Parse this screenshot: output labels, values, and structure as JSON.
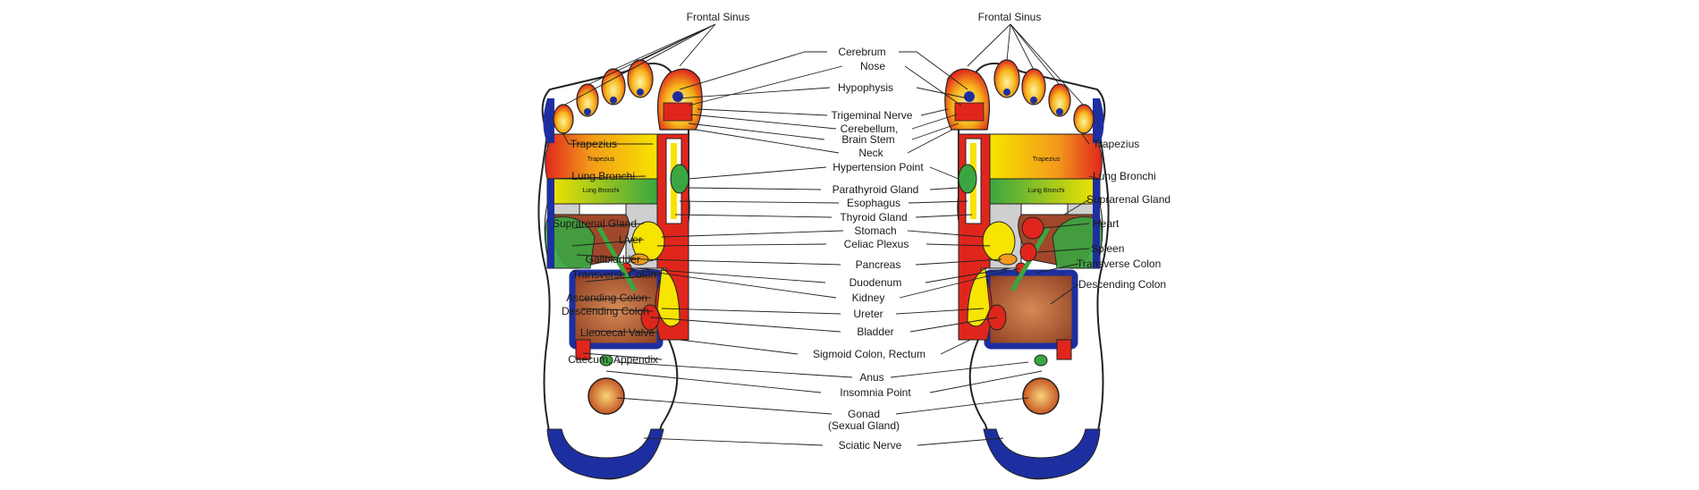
{
  "labels": {
    "frontal_sinus": "Frontal Sinus",
    "cerebrum": "Cerebrum",
    "nose": "Nose",
    "hypophysis": "Hypophysis",
    "trigeminal_nerve": "Trigeminal Nerve",
    "cerebellum_line1": "Cerebellum,",
    "cerebellum_line2": "Brain Stem",
    "neck": "Neck",
    "hypertension_point": "Hypertension Point",
    "parathyroid_gland": "Parathyroid Gland",
    "esophagus": "Esophagus",
    "thyroid_gland": "Thyroid Gland",
    "stomach": "Stomach",
    "celiac_plexus": "Celiac Plexus",
    "pancreas": "Pancreas",
    "duodenum": "Duodenum",
    "kidney": "Kidney",
    "ureter": "Ureter",
    "bladder": "Bladder",
    "sigmoid_colon": "Sigmoid Colon, Rectum",
    "anus": "Anus",
    "insomnia_point": "Insomnia Point",
    "gonad_line1": "Gonad",
    "gonad_line2": "(Sexual Gland)",
    "sciatic_nerve": "Sciatic Nerve",
    "trapezius": "Trapezius",
    "lung_bronchi": "Lung Bronchi",
    "suprarenal_gland": "Suprarenal Gland",
    "liver": "Liver",
    "gallbladder": "Gallbladder",
    "transverse_colon": "Transverse Colon",
    "ascending_colon": "Ascending Colon",
    "descending_colon": "Descending Colon",
    "ileocecal_valve": "Lleocecal Valve",
    "caecum": "Caecum, Appendix",
    "heart": "Heart",
    "spleen": "Spleen"
  },
  "inner_labels": {
    "trapezius": "Trapezius",
    "lung_bronchi": "Lung Bronchi"
  },
  "colors": {
    "red": "#e0261c",
    "orange": "#f39a1a",
    "yellow": "#f7e400",
    "green": "#3aa641",
    "blue": "#1d2fa0",
    "brown": "#a0482a",
    "tan": "#c98a5a",
    "gray": "#b8b8b8"
  }
}
